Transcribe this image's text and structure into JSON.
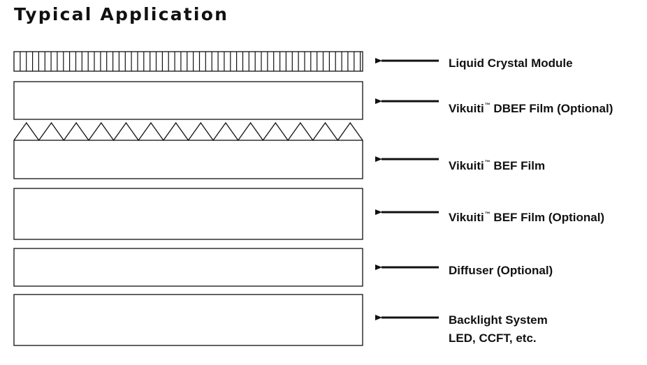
{
  "title": "Typical Application",
  "layers": [
    {
      "label": "Liquid Crystal Module"
    },
    {
      "label_main": "Vikuiti",
      "label_tm": "™",
      "label_rest": " DBEF Film (Optional)"
    },
    {
      "label_main": "Vikuiti",
      "label_tm": "™",
      "label_rest": " BEF Film"
    },
    {
      "label_main": "Vikuiti",
      "label_tm": "™",
      "label_rest": " BEF Film (Optional)"
    },
    {
      "label": "Diffuser (Optional)"
    },
    {
      "label_line1": "Backlight System",
      "label_line2": "LED, CCFT, etc."
    }
  ],
  "colors": {
    "stroke": "#111111",
    "background": "#ffffff"
  }
}
